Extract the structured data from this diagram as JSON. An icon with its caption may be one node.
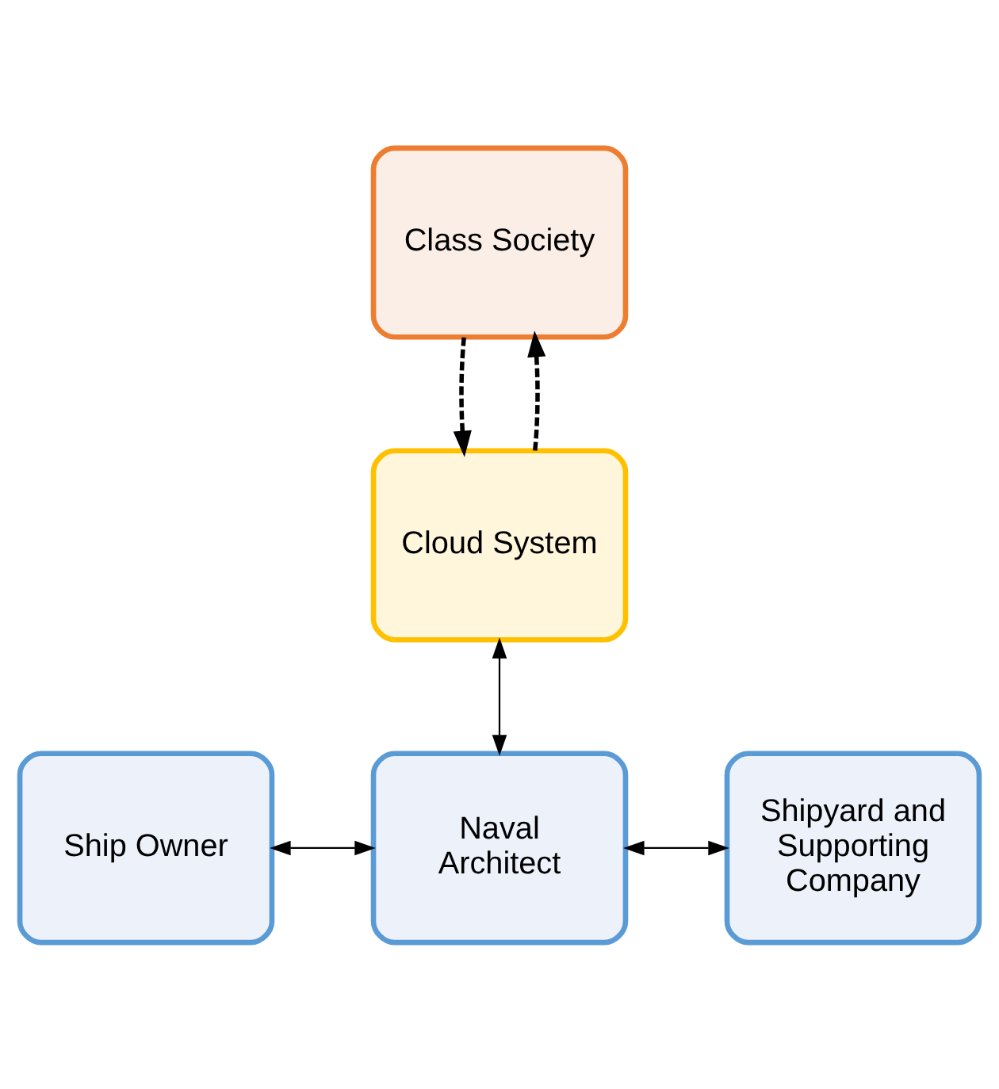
{
  "diagram": {
    "nodes": [
      {
        "text": [
          "Class Society"
        ]
      },
      {
        "text": [
          "Cloud System"
        ]
      },
      {
        "text": [
          "Ship Owner"
        ]
      },
      {
        "text": [
          "Naval Architect"
        ]
      },
      {
        "text": [
          "Shipyard and Supporting Company"
        ]
      }
    ],
    "edges": [
      {
        "from": 1,
        "to": 0,
        "arrow": "to",
        "style": "dashed"
      },
      {
        "from": 0,
        "to": 1,
        "arrow": "to",
        "style": "dashed"
      },
      {
        "from": 1,
        "to": 3,
        "arrow": "both"
      },
      {
        "from": 2,
        "to": 3,
        "arrow": "both"
      },
      {
        "from": 3,
        "to": 4,
        "arrow": "both"
      }
    ]
  }
}
